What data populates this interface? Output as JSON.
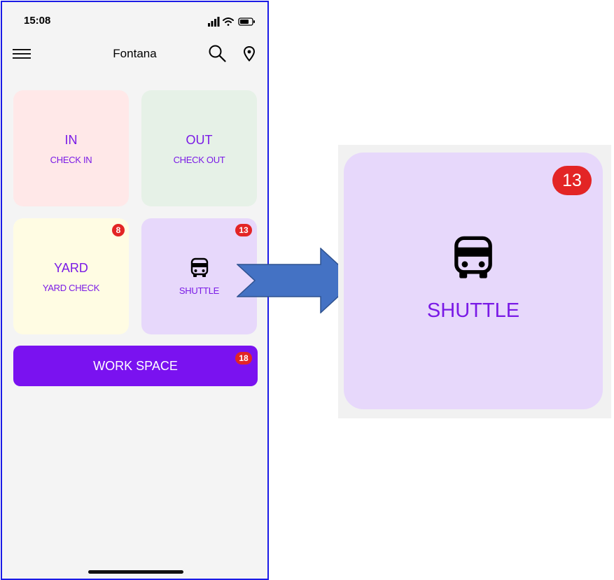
{
  "status_bar": {
    "time": "15:08"
  },
  "header": {
    "title": "Fontana"
  },
  "tiles": {
    "in": {
      "title": "IN",
      "subtitle": "CHECK IN"
    },
    "out": {
      "title": "OUT",
      "subtitle": "CHECK OUT"
    },
    "yard": {
      "title": "YARD",
      "subtitle": "YARD CHECK",
      "badge": "8"
    },
    "shuttle": {
      "label": "SHUTTLE",
      "badge": "13"
    }
  },
  "workspace": {
    "label": "WORK SPACE",
    "badge": "18"
  },
  "zoom": {
    "label": "SHUTTLE",
    "badge": "13"
  },
  "colors": {
    "accent": "#7a12f0",
    "badge": "#e32525",
    "tile_in": "#ffe8e8",
    "tile_out": "#e6f1e7",
    "tile_yard": "#fffce3",
    "tile_shuttle": "#e7d8fb",
    "arrow": "#4472c4"
  },
  "icons": [
    "menu-icon",
    "search-icon",
    "location-icon",
    "bus-icon",
    "signal-icon",
    "wifi-icon",
    "battery-icon",
    "arrow-icon"
  ]
}
